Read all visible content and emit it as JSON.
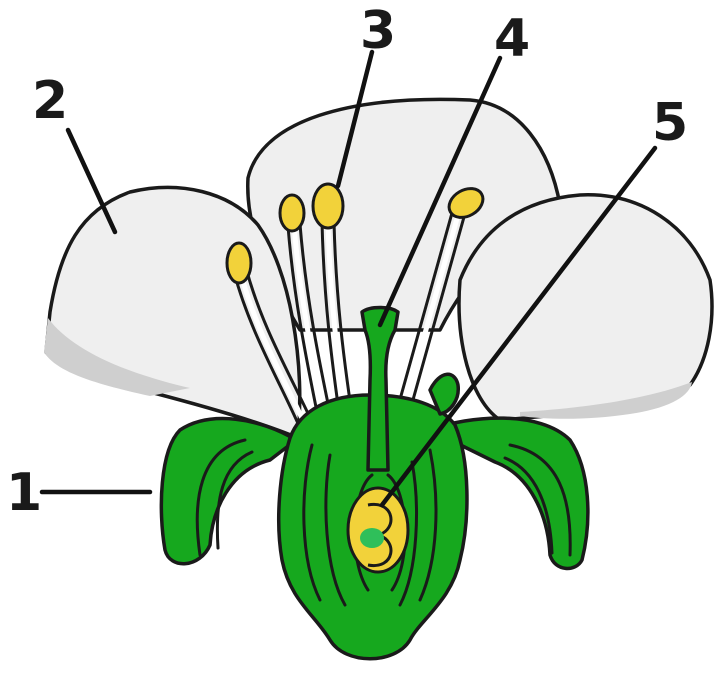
{
  "labels": {
    "sepal": "1",
    "petal": "2",
    "anther": "3",
    "stigma": "4",
    "ovule": "5"
  },
  "colors": {
    "petal": "#efefef",
    "receptacle": "#16a81e",
    "anther": "#f2d23a",
    "outline": "#1a1a1a"
  }
}
